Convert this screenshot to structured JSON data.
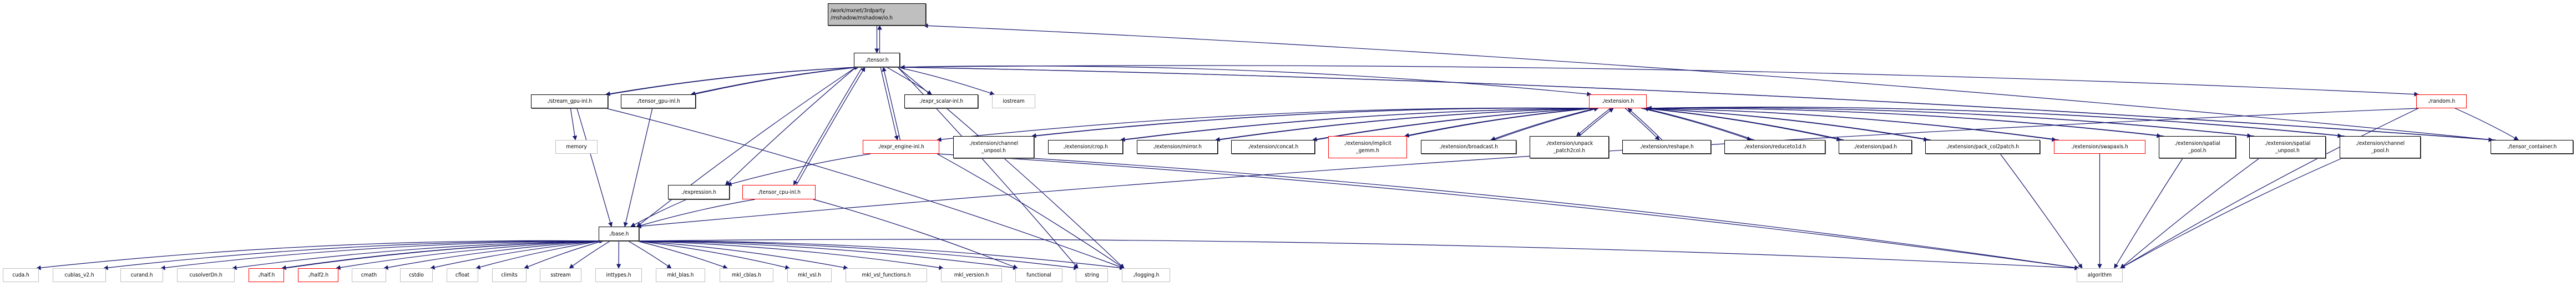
{
  "graph": {
    "edge_color": "#191970",
    "nodes": [
      {
        "id": "io",
        "label": "/work/mxnet/3rdparty\n/mshadow/mshadow/io.h",
        "style": "root"
      },
      {
        "id": "tensor",
        "label": "./tensor.h",
        "style": "normal"
      },
      {
        "id": "stream_gpu",
        "label": "./stream_gpu-inl.h",
        "style": "normal"
      },
      {
        "id": "tensor_gpu",
        "label": "./tensor_gpu-inl.h",
        "style": "normal"
      },
      {
        "id": "expr_scalar",
        "label": "./expr_scalar-inl.h",
        "style": "normal"
      },
      {
        "id": "iostream",
        "label": "iostream",
        "style": "gray"
      },
      {
        "id": "extension",
        "label": "./extension.h",
        "style": "red"
      },
      {
        "id": "random",
        "label": "./random.h",
        "style": "red"
      },
      {
        "id": "tensor_container",
        "label": "./tensor_container.h",
        "style": "normal"
      },
      {
        "id": "memory",
        "label": "memory",
        "style": "gray"
      },
      {
        "id": "expr_engine",
        "label": "./expr_engine-inl.h",
        "style": "red"
      },
      {
        "id": "channel_unpool",
        "label": "./extension/channel\n_unpool.h",
        "style": "normal"
      },
      {
        "id": "crop",
        "label": "./extension/crop.h",
        "style": "normal"
      },
      {
        "id": "mirror",
        "label": "./extension/mirror.h",
        "style": "normal"
      },
      {
        "id": "concat",
        "label": "./extension/concat.h",
        "style": "normal"
      },
      {
        "id": "implicit_gemm",
        "label": "./extension/implicit\n_gemm.h",
        "style": "red"
      },
      {
        "id": "broadcast",
        "label": "./extension/broadcast.h",
        "style": "normal"
      },
      {
        "id": "unpack_patch2col",
        "label": "./extension/unpack\n_patch2col.h",
        "style": "normal"
      },
      {
        "id": "reshape",
        "label": "./extension/reshape.h",
        "style": "normal"
      },
      {
        "id": "reduceto1d",
        "label": "./extension/reduceto1d.h",
        "style": "normal"
      },
      {
        "id": "pad",
        "label": "./extension/pad.h",
        "style": "normal"
      },
      {
        "id": "pack_col2patch",
        "label": "./extension/pack_col2patch.h",
        "style": "normal"
      },
      {
        "id": "swapaxis",
        "label": "./extension/swapaxis.h",
        "style": "red"
      },
      {
        "id": "spatial_pool",
        "label": "./extension/spatial\n_pool.h",
        "style": "normal"
      },
      {
        "id": "spatial_unpool",
        "label": "./extension/spatial\n_unpool.h",
        "style": "normal"
      },
      {
        "id": "channel_pool",
        "label": "./extension/channel\n_pool.h",
        "style": "normal"
      },
      {
        "id": "expression",
        "label": "./expression.h",
        "style": "normal"
      },
      {
        "id": "tensor_cpu",
        "label": "./tensor_cpu-inl.h",
        "style": "red"
      },
      {
        "id": "base",
        "label": "./base.h",
        "style": "normal"
      },
      {
        "id": "cuda",
        "label": "cuda.h",
        "style": "gray"
      },
      {
        "id": "cublas",
        "label": "cublas_v2.h",
        "style": "gray"
      },
      {
        "id": "curand",
        "label": "curand.h",
        "style": "gray"
      },
      {
        "id": "cusolver",
        "label": "cusolverDn.h",
        "style": "gray"
      },
      {
        "id": "half",
        "label": "./half.h",
        "style": "red"
      },
      {
        "id": "half2",
        "label": "./half2.h",
        "style": "red"
      },
      {
        "id": "cmath",
        "label": "cmath",
        "style": "gray"
      },
      {
        "id": "cstdio",
        "label": "cstdio",
        "style": "gray"
      },
      {
        "id": "cfloat",
        "label": "cfloat",
        "style": "gray"
      },
      {
        "id": "climits",
        "label": "climits",
        "style": "gray"
      },
      {
        "id": "sstream",
        "label": "sstream",
        "style": "gray"
      },
      {
        "id": "inttypes",
        "label": "inttypes.h",
        "style": "gray"
      },
      {
        "id": "mkl_blas",
        "label": "mkl_blas.h",
        "style": "gray"
      },
      {
        "id": "mkl_cblas",
        "label": "mkl_cblas.h",
        "style": "gray"
      },
      {
        "id": "mkl_vsl",
        "label": "mkl_vsl.h",
        "style": "gray"
      },
      {
        "id": "mkl_vsl_functions",
        "label": "mkl_vsl_functions.h",
        "style": "gray"
      },
      {
        "id": "mkl_version",
        "label": "mkl_version.h",
        "style": "gray"
      },
      {
        "id": "functional",
        "label": "functional",
        "style": "gray"
      },
      {
        "id": "string",
        "label": "string",
        "style": "gray"
      },
      {
        "id": "logging",
        "label": "./logging.h",
        "style": "gray"
      },
      {
        "id": "algorithm",
        "label": "algorithm",
        "style": "gray"
      }
    ],
    "edges": [
      [
        "io",
        "tensor"
      ],
      [
        "tensor",
        "io"
      ],
      [
        "tensor_container",
        "io"
      ],
      [
        "tensor",
        "stream_gpu"
      ],
      [
        "stream_gpu",
        "tensor"
      ],
      [
        "tensor",
        "tensor_gpu"
      ],
      [
        "tensor_gpu",
        "tensor"
      ],
      [
        "tensor",
        "expr_scalar"
      ],
      [
        "tensor",
        "iostream"
      ],
      [
        "tensor",
        "expr_engine"
      ],
      [
        "expr_engine",
        "tensor"
      ],
      [
        "tensor",
        "expression"
      ],
      [
        "tensor",
        "tensor_cpu"
      ],
      [
        "tensor_cpu",
        "tensor"
      ],
      [
        "tensor",
        "base"
      ],
      [
        "tensor",
        "string"
      ],
      [
        "tensor",
        "logging"
      ],
      [
        "tensor",
        "extension"
      ],
      [
        "tensor",
        "random"
      ],
      [
        "tensor",
        "tensor_container"
      ],
      [
        "tensor_container",
        "tensor"
      ],
      [
        "stream_gpu",
        "memory"
      ],
      [
        "stream_gpu",
        "base"
      ],
      [
        "stream_gpu",
        "logging"
      ],
      [
        "tensor_gpu",
        "base"
      ],
      [
        "expr_engine",
        "expression"
      ],
      [
        "expr_engine",
        "logging"
      ],
      [
        "expr_engine",
        "algorithm"
      ],
      [
        "expression",
        "base"
      ],
      [
        "tensor_cpu",
        "base"
      ],
      [
        "tensor_cpu",
        "functional"
      ],
      [
        "extension",
        "expr_engine"
      ],
      [
        "extension",
        "channel_unpool"
      ],
      [
        "channel_unpool",
        "extension"
      ],
      [
        "extension",
        "crop"
      ],
      [
        "crop",
        "extension"
      ],
      [
        "extension",
        "mirror"
      ],
      [
        "mirror",
        "extension"
      ],
      [
        "extension",
        "concat"
      ],
      [
        "concat",
        "extension"
      ],
      [
        "extension",
        "implicit_gemm"
      ],
      [
        "implicit_gemm",
        "extension"
      ],
      [
        "extension",
        "broadcast"
      ],
      [
        "broadcast",
        "extension"
      ],
      [
        "extension",
        "unpack_patch2col"
      ],
      [
        "unpack_patch2col",
        "extension"
      ],
      [
        "extension",
        "reshape"
      ],
      [
        "reshape",
        "extension"
      ],
      [
        "extension",
        "reduceto1d"
      ],
      [
        "reduceto1d",
        "extension"
      ],
      [
        "extension",
        "pad"
      ],
      [
        "pad",
        "extension"
      ],
      [
        "extension",
        "pack_col2patch"
      ],
      [
        "pack_col2patch",
        "extension"
      ],
      [
        "extension",
        "swapaxis"
      ],
      [
        "swapaxis",
        "extension"
      ],
      [
        "extension",
        "spatial_pool"
      ],
      [
        "spatial_pool",
        "extension"
      ],
      [
        "extension",
        "spatial_unpool"
      ],
      [
        "spatial_unpool",
        "extension"
      ],
      [
        "extension",
        "channel_pool"
      ],
      [
        "channel_pool",
        "extension"
      ],
      [
        "channel_unpool",
        "algorithm"
      ],
      [
        "pack_col2patch",
        "algorithm"
      ],
      [
        "swapaxis",
        "algorithm"
      ],
      [
        "spatial_pool",
        "algorithm"
      ],
      [
        "spatial_unpool",
        "algorithm"
      ],
      [
        "channel_pool",
        "algorithm"
      ],
      [
        "random",
        "tensor_container"
      ],
      [
        "random",
        "base"
      ],
      [
        "random",
        "algorithm"
      ],
      [
        "base",
        "cuda"
      ],
      [
        "base",
        "cublas"
      ],
      [
        "base",
        "curand"
      ],
      [
        "base",
        "cusolver"
      ],
      [
        "base",
        "half"
      ],
      [
        "half",
        "base"
      ],
      [
        "base",
        "half2"
      ],
      [
        "base",
        "cmath"
      ],
      [
        "base",
        "cstdio"
      ],
      [
        "base",
        "cfloat"
      ],
      [
        "base",
        "climits"
      ],
      [
        "base",
        "sstream"
      ],
      [
        "base",
        "inttypes"
      ],
      [
        "base",
        "mkl_blas"
      ],
      [
        "base",
        "mkl_cblas"
      ],
      [
        "base",
        "mkl_vsl"
      ],
      [
        "base",
        "mkl_vsl_functions"
      ],
      [
        "base",
        "mkl_version"
      ],
      [
        "base",
        "functional"
      ],
      [
        "base",
        "string"
      ],
      [
        "base",
        "logging"
      ],
      [
        "base",
        "algorithm"
      ]
    ]
  }
}
